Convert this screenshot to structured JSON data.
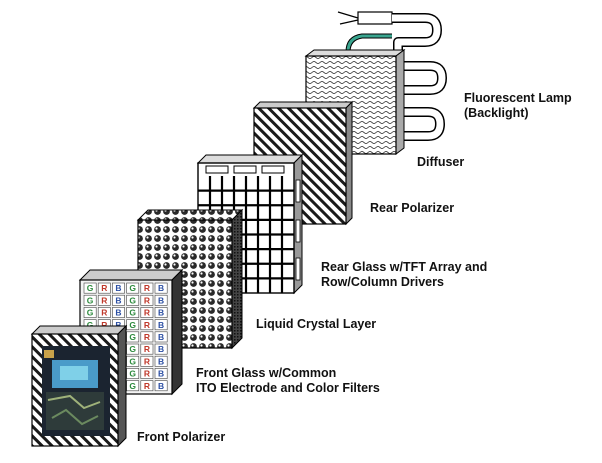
{
  "labels": {
    "lamp_line1": "Fluorescent Lamp",
    "lamp_line2": "(Backlight)",
    "diffuser": "Diffuser",
    "rear_polarizer": "Rear Polarizer",
    "rear_glass_line1": "Rear Glass w/TFT Array and",
    "rear_glass_line2": "Row/Column Drivers",
    "liquid_crystal": "Liquid Crystal Layer",
    "front_glass_line1": "Front Glass w/Common",
    "front_glass_line2": "ITO Electrode and Color Filters",
    "front_polarizer": "Front Polarizer"
  },
  "color_filter": {
    "pattern": [
      "G",
      "R",
      "B",
      "G",
      "R",
      "B"
    ],
    "colors": {
      "G": "#2e8b3e",
      "R": "#c0392b",
      "B": "#2c4fa3"
    }
  },
  "colors": {
    "outline": "#000000",
    "hatch": "#1a1a1a",
    "lamp_tube": "#ffffff",
    "lamp_wire": "#3aa58f",
    "screen_blue": "#4a9bc9"
  }
}
